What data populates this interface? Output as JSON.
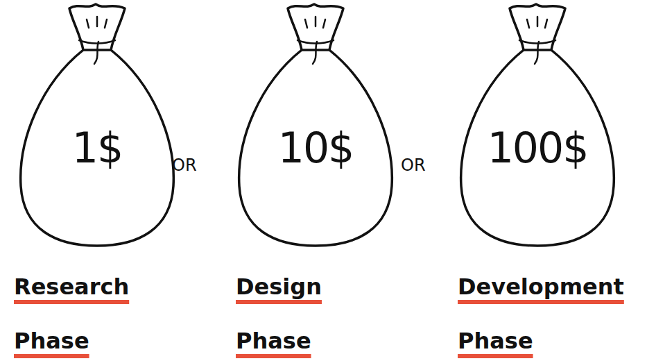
{
  "diagram": {
    "nodes": [
      {
        "text": [
          "1$",
          "Research Phase"
        ]
      },
      {
        "text": [
          "10$",
          "Design Phase"
        ]
      },
      {
        "text": [
          "100$",
          "Development Phase"
        ]
      }
    ],
    "labels": [
      "OR",
      "OR"
    ]
  }
}
